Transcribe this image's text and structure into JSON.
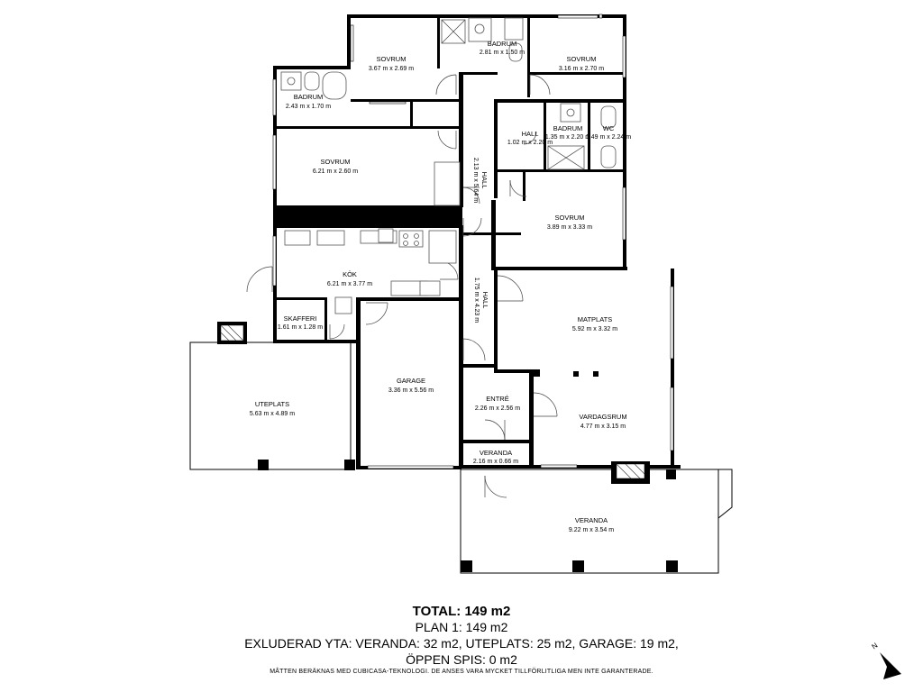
{
  "rooms": {
    "sovrum1": {
      "name": "SOVRUM",
      "dim": "3.67 m x 2.69 m"
    },
    "badrum1": {
      "name": "BADRUM",
      "dim": "2.81 m x 1.50 m"
    },
    "sovrum2": {
      "name": "SOVRUM",
      "dim": "3.16 m x 2.70 m"
    },
    "badrum2": {
      "name": "BADRUM",
      "dim": "2.43 m x 1.70 m"
    },
    "hall_small": {
      "name": "HALL",
      "dim": "1.02 m x 2.20 m"
    },
    "badrum3": {
      "name": "BADRUM",
      "dim": "1.35 m x 2.20 m"
    },
    "wc": {
      "name": "WC",
      "dim": "1.49 m x 2.24 m"
    },
    "sovrum3": {
      "name": "SOVRUM",
      "dim": "6.21 m x 2.60 m"
    },
    "hall_v1": {
      "name": "HALL",
      "dim": "2.13 m x 5.64 m"
    },
    "sovrum4": {
      "name": "SOVRUM",
      "dim": "3.89 m x 3.33 m"
    },
    "kok": {
      "name": "KÖK",
      "dim": "6.21 m x 3.77 m"
    },
    "hall_v2": {
      "name": "HALL",
      "dim": "1.75 m x 4.23 m"
    },
    "matplats": {
      "name": "MATPLATS",
      "dim": "5.92 m x 3.32 m"
    },
    "skafferi": {
      "name": "SKAFFERI",
      "dim": "1.61 m x 1.28 m"
    },
    "garage": {
      "name": "GARAGE",
      "dim": "3.36 m x 5.56 m"
    },
    "uteplats": {
      "name": "UTEPLATS",
      "dim": "5.63 m x 4.89 m"
    },
    "entre": {
      "name": "ENTRÉ",
      "dim": "2.26 m x 2.56 m"
    },
    "vardagsrum": {
      "name": "VARDAGSRUM",
      "dim": "4.77 m x 3.15 m"
    },
    "veranda1": {
      "name": "VERANDA",
      "dim": "2.16 m x 0.66 m"
    },
    "veranda2": {
      "name": "VERANDA",
      "dim": "9.22 m x 3.54 m"
    }
  },
  "summary": {
    "total_label": "TOTAL:",
    "total_value": "149 m2",
    "plan": "PLAN 1: 149 m2",
    "excluded": "EXLUDERAD YTA: VERANDA: 32 m2, UTEPLATS: 25 m2, GARAGE: 19 m2,",
    "open_hearth": "ÖPPEN SPIS: 0 m2",
    "disclaimer": "MÅTTEN BERÄKNAS MED CUBICASA-TEKNOLOGI. DE ANSES VARA MYCKET TILLFÖRLITLIGA MEN INTE GARANTERADE."
  },
  "compass": {
    "label": "N"
  }
}
